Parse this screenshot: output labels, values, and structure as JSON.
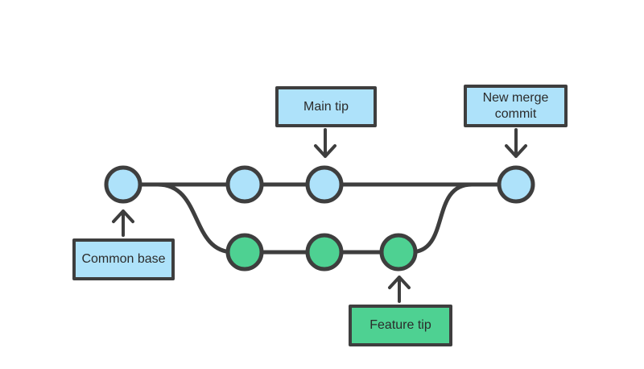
{
  "colors": {
    "background": "#ffffff",
    "stroke": "#3e3e3e",
    "blue": "#aee2fa",
    "green": "#4ed192",
    "text": "#2b2b2b"
  },
  "labels": {
    "main_tip": "Main tip",
    "new_merge_commit": "New merge\ncommit",
    "common_base": "Common base",
    "feature_tip": "Feature tip"
  },
  "diagram": {
    "type": "git-branch-merge",
    "branches": [
      {
        "name": "main",
        "color": "#aee2fa",
        "commit_count": 4
      },
      {
        "name": "feature",
        "color": "#4ed192",
        "commit_count": 3
      }
    ],
    "annotations": [
      {
        "label": "Common base",
        "arrow_direction": "up",
        "points_to": "main commit 1"
      },
      {
        "label": "Main tip",
        "arrow_direction": "down",
        "points_to": "main commit 3"
      },
      {
        "label": "Feature tip",
        "arrow_direction": "up",
        "points_to": "feature commit 3"
      },
      {
        "label": "New merge commit",
        "arrow_direction": "down",
        "points_to": "main commit 4"
      }
    ]
  }
}
